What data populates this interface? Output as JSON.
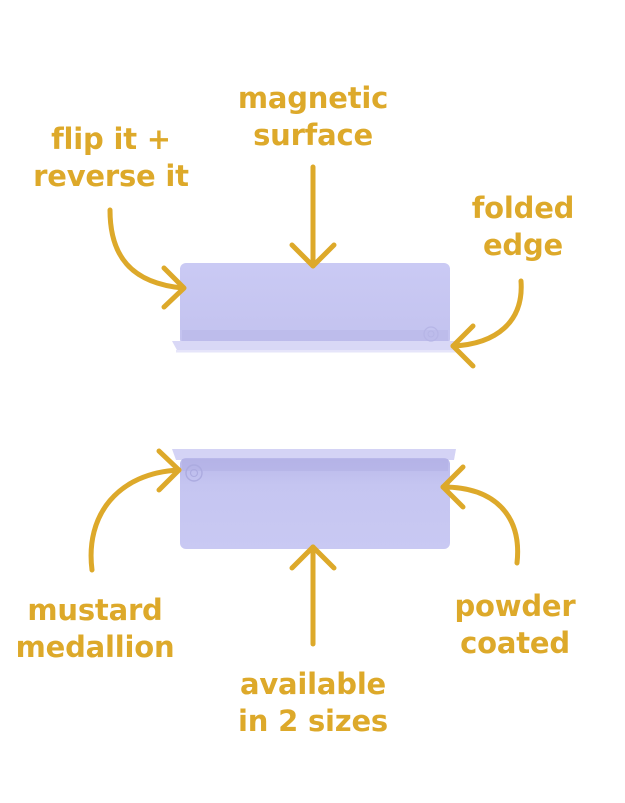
{
  "colors": {
    "accent": "#DDA92A",
    "shelf_face": "#C7C7F2",
    "shelf_shadow": "#B4B3E6",
    "shelf_lip": "#DCDBF7"
  },
  "callouts": {
    "magnetic_surface": [
      "magnetic",
      "surface"
    ],
    "flip_reverse": [
      "flip it +",
      "reverse it"
    ],
    "folded_edge": [
      "folded",
      "edge"
    ],
    "mustard_medallion": [
      "mustard",
      "medallion"
    ],
    "powder_coated": [
      "powder",
      "coated"
    ],
    "available_sizes": [
      "available",
      "in 2 sizes"
    ]
  }
}
